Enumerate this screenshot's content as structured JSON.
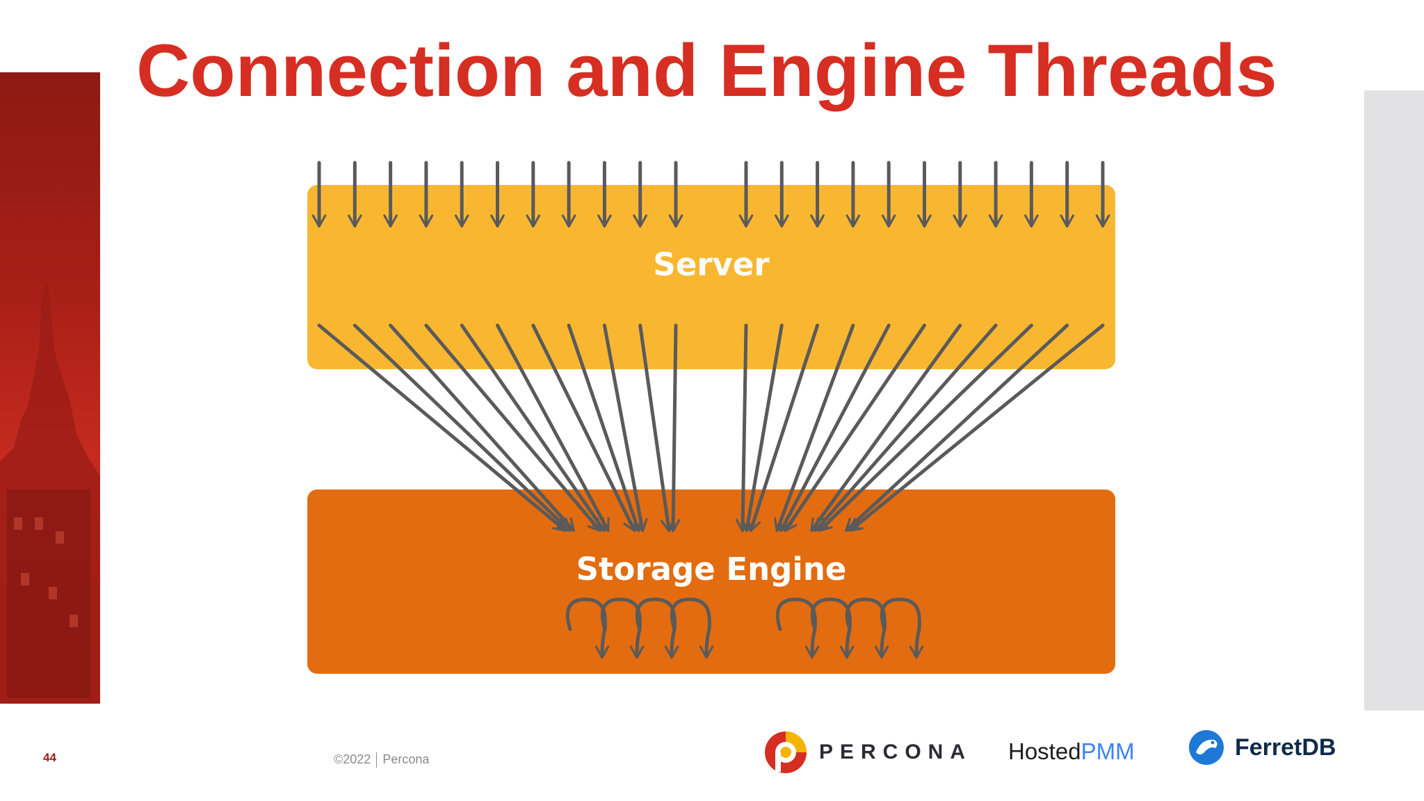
{
  "slide": {
    "title": "Connection and Engine Threads",
    "page_number": "44",
    "copyright": "©2022",
    "copyright_owner": "Percona"
  },
  "diagram": {
    "server_label": "Server",
    "storage_label": "Storage Engine",
    "colors": {
      "server": "#f9b731",
      "storage": "#e36c10",
      "arrow": "#5a5a5a",
      "title": "#d62e22"
    },
    "incoming_connections": 22,
    "loop_threads": 8
  },
  "logos": {
    "percona": "PERCONA",
    "hosted_prefix": "Hosted",
    "hosted_accent": "PMM",
    "ferretdb": "FerretDB"
  }
}
